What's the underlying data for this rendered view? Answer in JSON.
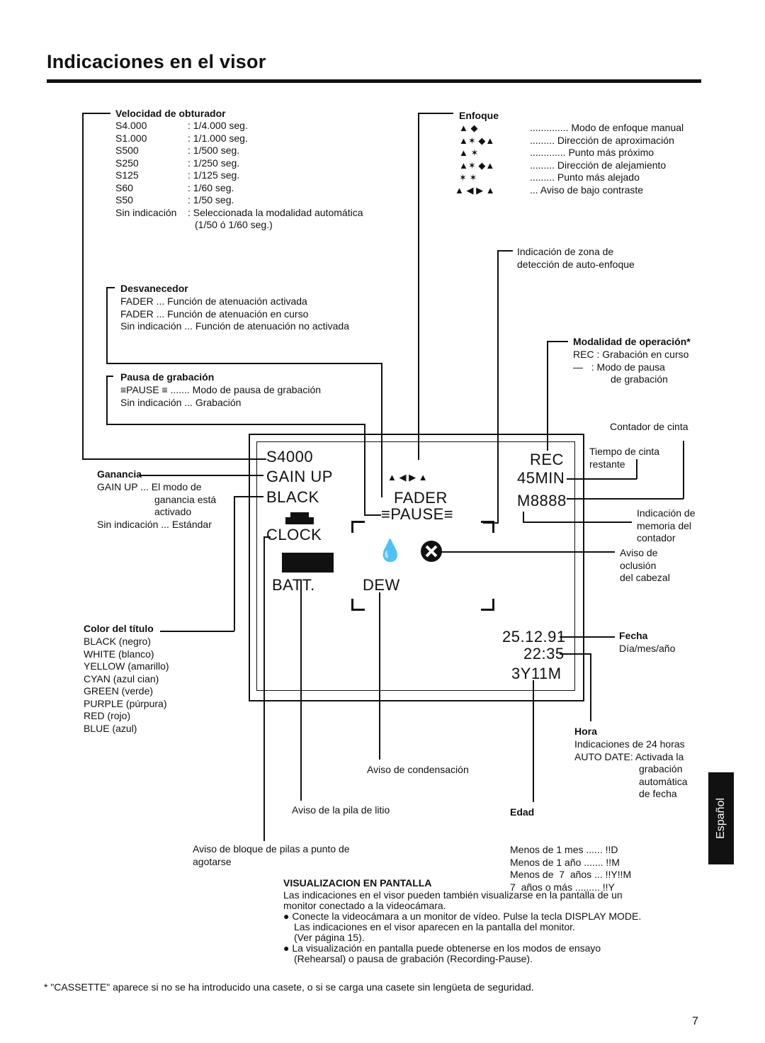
{
  "title": "Indicaciones en el visor",
  "shutter": {
    "heading": "Velocidad de obturador",
    "rows": [
      {
        "k": "S4.000",
        "v": ": 1/4.000 seg."
      },
      {
        "k": "S1.000",
        "v": ": 1/1.000 seg."
      },
      {
        "k": "S500",
        "v": ": 1/500 seg."
      },
      {
        "k": "S250",
        "v": ": 1/250 seg."
      },
      {
        "k": "S125",
        "v": ": 1/125 seg."
      },
      {
        "k": "S60",
        "v": ": 1/60 seg."
      },
      {
        "k": "S50",
        "v": ": 1/50 seg."
      },
      {
        "k": "Sin indicación",
        "v": ": Seleccionada la modalidad automática"
      }
    ],
    "cont": "(1/50 ó 1/60 seg.)"
  },
  "focus": {
    "heading": "Enfoque",
    "items": [
      {
        "label": ".............. Modo de enfoque manual"
      },
      {
        "label": "......... Dirección de aproximación"
      },
      {
        "label": "............. Punto más próximo"
      },
      {
        "label": "......... Dirección de alejamiento"
      },
      {
        "label": "......... Punto más alejado"
      },
      {
        "label": "... Aviso de bajo contraste"
      }
    ]
  },
  "af_zone": {
    "line1": "Indicación de zona de",
    "line2": "detección de auto-enfoque"
  },
  "fader": {
    "heading": "Desvanecedor",
    "lines": [
      "FADER ... Función de atenuación activada",
      "FADER ... Función de atenuación en curso",
      "Sin indicación ... Función de atenuación no activada"
    ]
  },
  "mode": {
    "heading": "Modalidad de operación*",
    "line1": "REC : Grabación en curso",
    "line2": "—   : Modo de pausa",
    "line3": "de grabación"
  },
  "pause": {
    "heading": "Pausa de grabación",
    "line1": "≡PAUSE ≡ ....... Modo de pausa de grabación",
    "line2": "Sin indicación ... Grabación"
  },
  "tape_counter": "Contador de cinta",
  "tape_remaining": {
    "line1": "Tiempo de cinta",
    "line2": "restante"
  },
  "gain": {
    "heading": "Ganancia",
    "line1": "GAIN UP ... El modo de",
    "line2": "ganancia está",
    "line3": "activado",
    "line4": "Sin indicación ... Estándar"
  },
  "memory": {
    "line1": "Indicación de",
    "line2": "memoria del",
    "line3": "contador"
  },
  "head_clog": {
    "line1": "Aviso de",
    "line2": "oclusión",
    "line3": "del cabezal"
  },
  "title_color": {
    "heading": "Color del título",
    "items": [
      "BLACK (negro)",
      "WHITE (blanco)",
      "YELLOW (amarillo)",
      "CYAN (azul cian)",
      "GREEN (verde)",
      "PURPLE (púrpura)",
      "RED (rojo)",
      "BLUE (azul)"
    ]
  },
  "date": {
    "heading": "Fecha",
    "sub": "Día/mes/año"
  },
  "hour": {
    "heading": "Hora",
    "line1": "Indicaciones de 24 horas",
    "line2": "AUTO DATE: Activada la",
    "line3": "grabación",
    "line4": "automática",
    "line5": "de fecha"
  },
  "dew_label": "Aviso de condensación",
  "lithium_label": "Aviso de la pila de litio",
  "battery_label": {
    "line1": "Aviso de bloque de pilas a punto de",
    "line2": "agotarse"
  },
  "age": {
    "heading": "Edad",
    "items": [
      "Menos de 1 mes ...... !!D",
      "Menos de 1 año ....... !!M",
      "Menos de  7  años ... !!Y!!M",
      "7  años o más ......... !!Y"
    ]
  },
  "screen": {
    "s4000": "S4000",
    "gain": "GAIN UP",
    "black": "BLACK",
    "clock": "CLOCK",
    "batt": "BATT.",
    "dew": "DEW",
    "rec": "REC",
    "min": "45MIN",
    "counter": "M8888",
    "fader": "FADER",
    "pause": "≡PAUSE≡",
    "date": "25.12.91",
    "time": "22:35",
    "age": "3Y11M"
  },
  "visualizacion": {
    "heading": "VISUALIZACION EN PANTALLA",
    "p1": "Las indicaciones en el visor pueden también visualizarse en la pantalla de un",
    "p1b": "monitor conectado a la videocámara.",
    "b1": "Conecte la videocámara a un monitor de vídeo. Pulse la tecla DISPLAY MODE.",
    "b1b": "Las indicaciones en el visor aparecen en la pantalla del monitor.",
    "b1c": "(Ver página 15).",
    "b2": "La visualización en pantalla puede obtenerse en los modos de ensayo",
    "b2b": "(Rehearsal) o pausa de grabación (Recording-Pause)."
  },
  "footnote": "* \"CASSETTE\" aparece si no se ha introducido una casete, o si se carga una casete sin lengüeta de seguridad.",
  "side_tab": "Español",
  "page_number": "7"
}
